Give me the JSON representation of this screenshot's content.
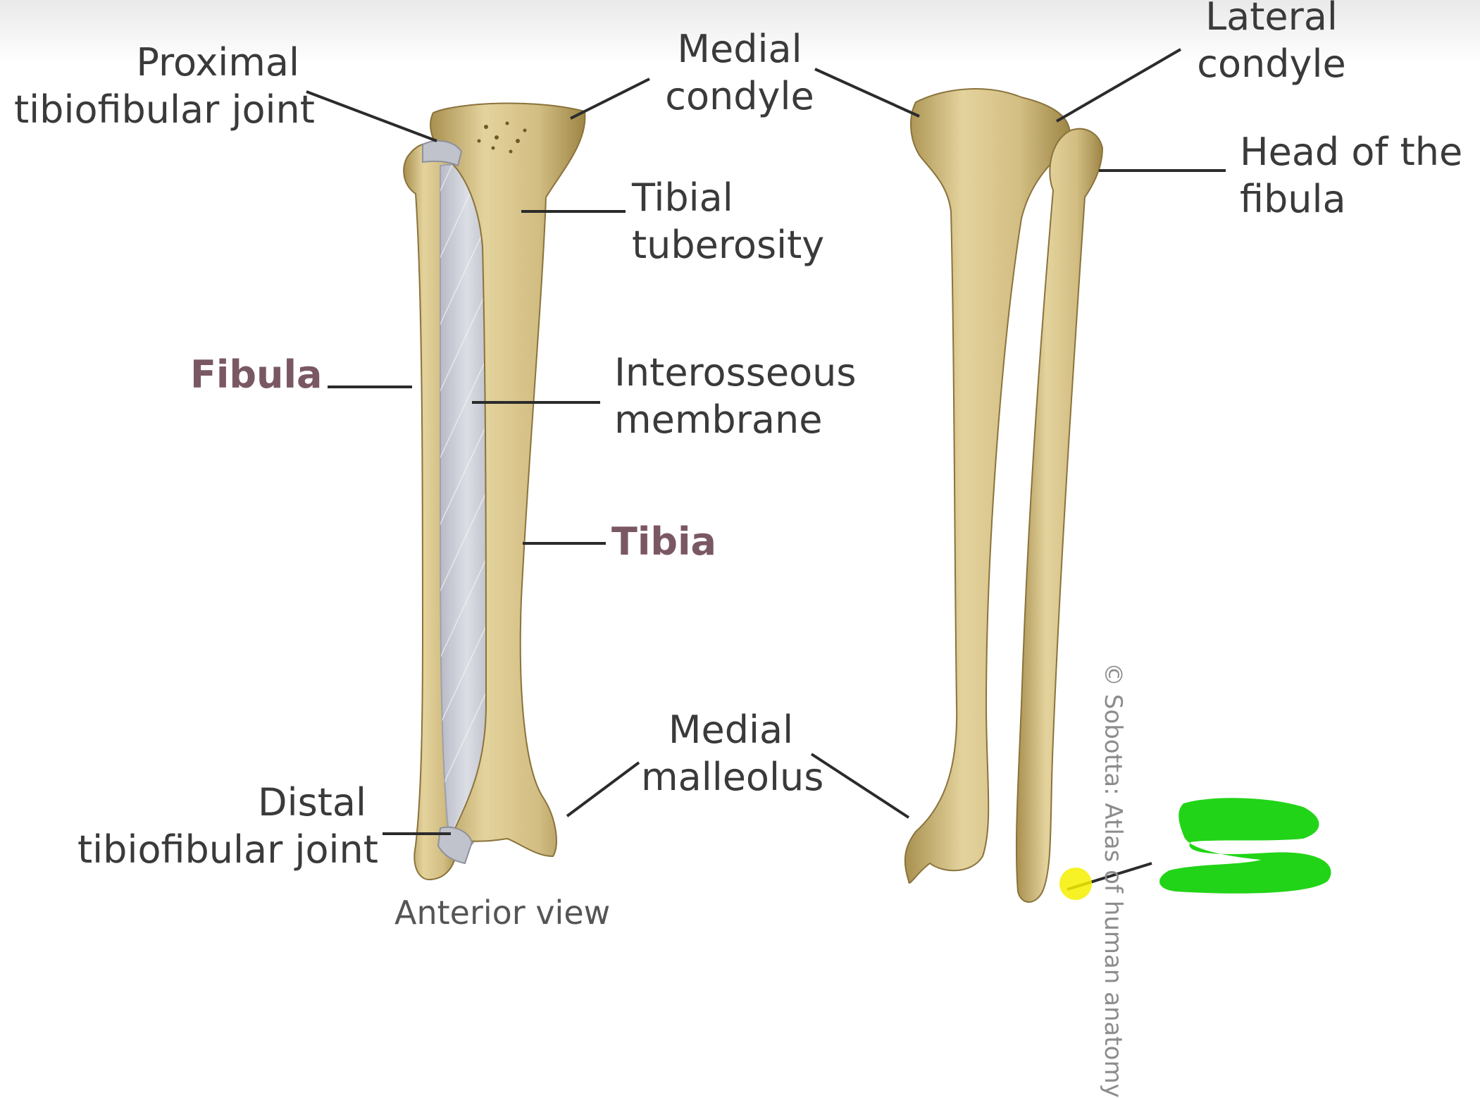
{
  "labels": {
    "proximal_joint": [
      "Proximal",
      "tibiofibular joint"
    ],
    "medial_condyle": [
      "Medial",
      "condyle"
    ],
    "lateral_condyle": [
      "Lateral",
      "condyle"
    ],
    "head_fibula": [
      "Head of the",
      "fibula"
    ],
    "tibial_tuberosity": [
      "Tibial",
      "tuberosity"
    ],
    "fibula": "Fibula",
    "interosseous": [
      "Interosseous",
      "membrane"
    ],
    "tibia": "Tibia",
    "medial_malleolus": [
      "Medial",
      "malleolus"
    ],
    "distal_joint": [
      "Distal",
      "tibiofibular joint"
    ]
  },
  "credit": "© Sobotta: Atlas of human anatomy",
  "caption": "Anterior view",
  "colors": {
    "bone": "#d7c48c",
    "bone_shadow": "#a8904f",
    "membrane": "#c9cbd3",
    "bone_label": "#7a5863",
    "leader": "#2b2b2b",
    "annotation_green": "#22d417",
    "annotation_yellow": "#f5f000"
  }
}
